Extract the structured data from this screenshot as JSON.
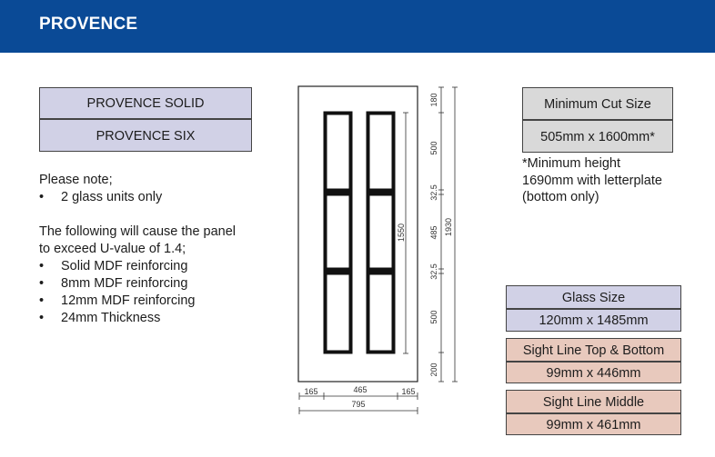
{
  "header": {
    "title": "PROVENCE"
  },
  "products": [
    "PROVENCE SOLID",
    "PROVENCE SIX"
  ],
  "note": {
    "heading": "Please note;",
    "items": [
      "2 glass units only"
    ],
    "uvalue_text_line1": "The following will cause the panel",
    "uvalue_text_line2": "to exceed U-value of 1.4;",
    "uvalue_items": [
      "Solid MDF reinforcing",
      "8mm MDF reinforcing",
      "12mm MDF reinforcing",
      "24mm Thickness"
    ],
    "bullet": "•"
  },
  "min_cut": {
    "label": "Minimum Cut Size",
    "value": "505mm x 1600mm*",
    "footnote": [
      "*Minimum height",
      "1690mm with letterplate",
      "(bottom only)"
    ]
  },
  "glass_size": {
    "label": "Glass Size",
    "value": "120mm x 1485mm"
  },
  "sight_line_tb": {
    "label": "Sight Line Top & Bottom",
    "value": "99mm x 446mm"
  },
  "sight_line_mid": {
    "label": "Sight Line Middle",
    "value": "99mm x 461mm"
  },
  "dimensions": {
    "right": [
      "180",
      "500",
      "32.5",
      "485",
      "32.5",
      "500",
      "200"
    ],
    "glass_height": "1550",
    "total_height": "1930",
    "bottom": [
      "165",
      "465",
      "165"
    ],
    "total_width": "795"
  },
  "colors": {
    "header": "#0a4a96",
    "lavender": "#d1d1e6",
    "grey": "#d9d9d9",
    "pink": "#e8c9bd"
  }
}
